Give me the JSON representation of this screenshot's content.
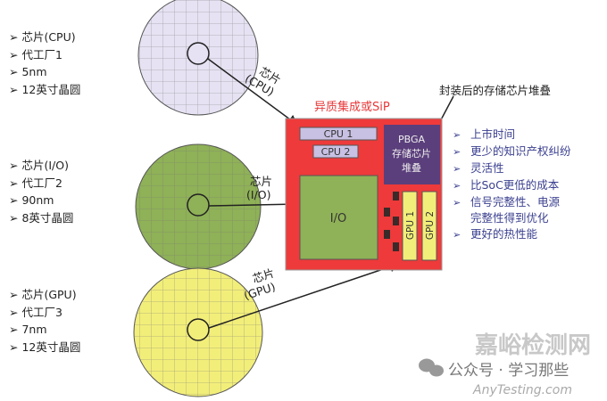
{
  "wafers": [
    {
      "lines": [
        "芯片(CPU)",
        "代工厂1",
        "5nm",
        "12英寸晶圆"
      ],
      "color": "#e6e2f3",
      "arrow_label": [
        "芯片",
        "(CPU)"
      ]
    },
    {
      "lines": [
        "芯片(I/O)",
        "代工厂2",
        "90nm",
        "8英寸晶圆"
      ],
      "color": "#8fb157",
      "arrow_label": [
        "芯片",
        "(I/O)"
      ]
    },
    {
      "lines": [
        "芯片(GPU)",
        "代工厂3",
        "7nm",
        "12英寸晶圆"
      ],
      "color": "#f2ee7a",
      "arrow_label": [
        "芯片",
        "(GPU)"
      ]
    }
  ],
  "sip": {
    "title": "异质集成或SiP",
    "cpu1": "CPU 1",
    "cpu2": "CPU 2",
    "pbga": [
      "PBGA",
      "存储芯片",
      "堆叠"
    ],
    "io": "I/O",
    "gpu1": "GPU 1",
    "gpu2": "GPU 2",
    "memory_callout": "封装后的存储芯片堆叠",
    "colors": {
      "package": "#ee3a3a",
      "cpu": "#c9c1e3",
      "pbga": "#5b3f7c",
      "io": "#8fb157",
      "gpu": "#f2ee7a"
    }
  },
  "benefits": [
    "上市时间",
    "更少的知识产权纠纷",
    "灵活性",
    "比SoC更低的成本",
    "信号完整性、电源",
    "完整性得到优化",
    "更好的热性能"
  ],
  "watermark": {
    "account": "公众号 · 学习那些",
    "site": "嘉峪检测网",
    "url": "AnyTesting.com"
  }
}
